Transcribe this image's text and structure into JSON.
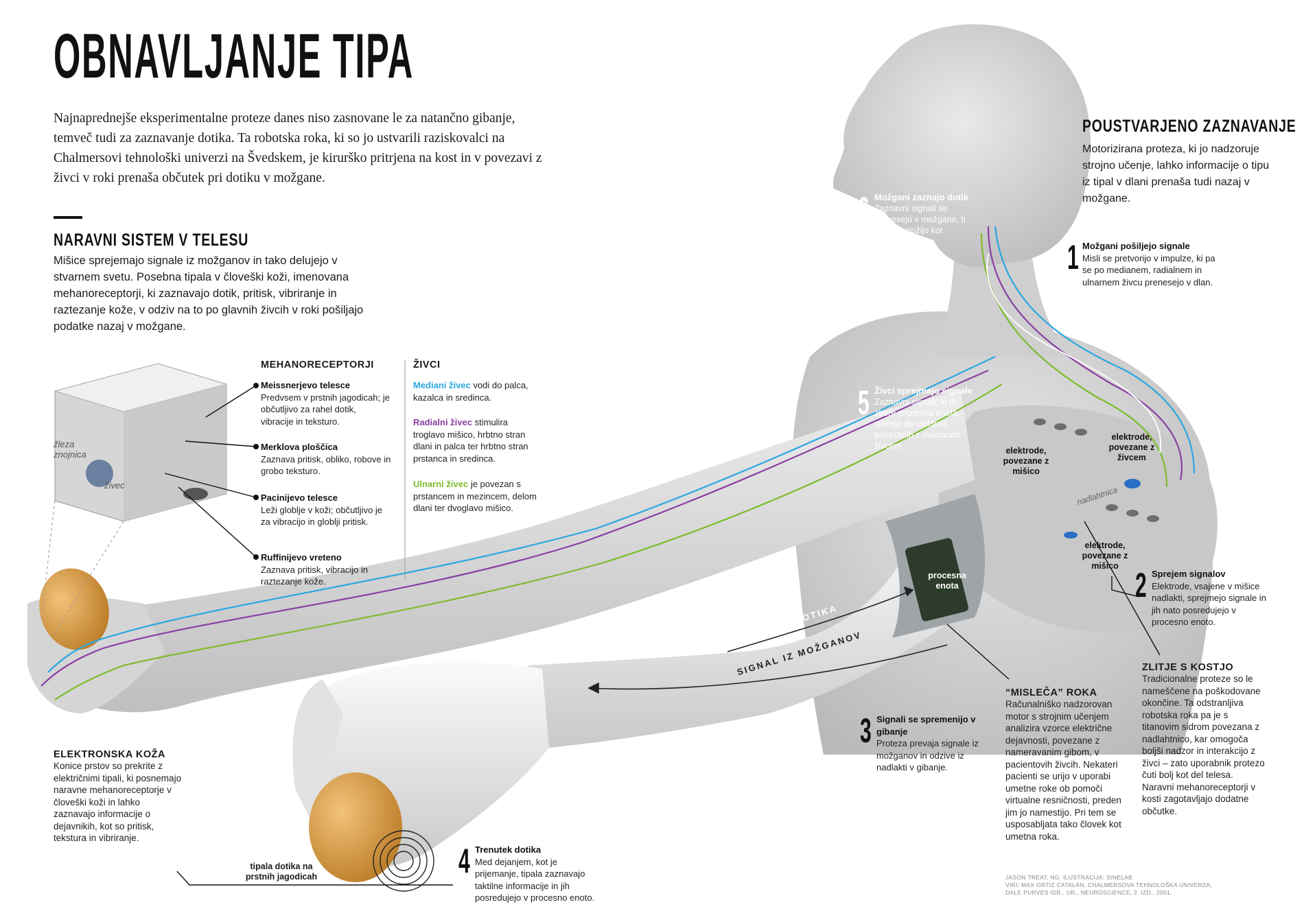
{
  "header": {
    "title": "OBNAVLJANJE TIPA",
    "intro": "Najnaprednejše eksperimentalne proteze danes niso zasnovane le za natančno gibanje, temveč tudi za zaznavanje dotika. Ta robotska roka, ki so jo ustvarili raziskovalci na Chalmersovi tehnološki univerzi na Švedskem, je kirurško pritrjena na kost in v povezavi z živci v roki prenaša občutek pri dotiku v možgane."
  },
  "natural_system": {
    "title": "NARAVNI SISTEM V TELESU",
    "body": "Mišice sprejemajo signale iz možganov in tako delujejo v stvarnem svetu. Posebna tipala v človeški koži, imenovana mehanoreceptorji, ki zaznavajo dotik, pritisk, vibriranje in raztezanje kože, v odziv na to po glavnih živcih v roki pošiljajo podatke nazaj v možgane."
  },
  "skin_block": {
    "label_gland": "žleza znojnica",
    "label_nerve": "živec"
  },
  "mechanoreceptors": {
    "title": "MEHANORECEPTORJI",
    "items": [
      {
        "name": "Meissnerjevo telesce",
        "text": "Predvsem v prstnih jagodicah; je občutljivo za rahel dotik, vibracije in teksturo."
      },
      {
        "name": "Merklova ploščica",
        "text": "Zaznava pritisk, obliko, robove in grobo teksturo."
      },
      {
        "name": "Pacinijevo telesce",
        "text": "Leži globlje v koži; občutljivo je za vibracijo in globlji pritisk."
      },
      {
        "name": "Ruffinijevo vreteno",
        "text": "Zaznava pritisk, vibracijo in raztezanje kože."
      }
    ]
  },
  "nerves": {
    "title": "ŽIVCI",
    "items": [
      {
        "name": "Mediani živec",
        "text": "vodi do palca, kazalca in sredinca.",
        "color": "#2aa7e0"
      },
      {
        "name": "Radialni živec",
        "text": "stimulira troglavo mišico, hrbtno stran dlani in palca ter hrbtno stran prstanca in sredinca.",
        "color": "#8b3fa3"
      },
      {
        "name": "Ulnarni živec",
        "text": "je povezan s prstancem in mezincem, delom dlani ter dvoglavo mišico.",
        "color": "#7dbb2c"
      }
    ]
  },
  "enhanced_sensing": {
    "title": "POUSTVARJENO ZAZNAVANJE",
    "body": "Motorizirana proteza, ki jo nadzoruje strojno učenje, lahko informacije o tipu iz tipal v dlani prenaša tudi nazaj v možgane."
  },
  "steps": [
    {
      "num": "1",
      "title": "Možgani pošiljejo signale",
      "text": "Misli se pretvorijo v impulze, ki pa se po medianem, radialnem in ulnarnem živcu prenesejo v dlan."
    },
    {
      "num": "2",
      "title": "Sprejem signalov",
      "text": "Elektrode, vsajene v mišice nadlakti, sprejmejo signale in jih nato posredujejo v procesno enoto."
    },
    {
      "num": "3",
      "title": "Signali se spremenijo v gibanje",
      "text": "Proteza prevaja signale iz možganov in odzive iz nadlakti v gibanje."
    },
    {
      "num": "4",
      "title": "Trenutek dotika",
      "text": "Med dejanjem, kot je prijemanje, tipala zaznavajo taktilne informacije in jih posredujejo v procesno enoto."
    },
    {
      "num": "5",
      "title": "Živci sprejmejo signale",
      "text": "Zaznavni signali, ki jih zbere procesna enota, stečejo do elektrod, povezanih z medianim živcem."
    },
    {
      "num": "6",
      "title": "Možgani zaznajo dotik",
      "text": "Zaznavni signali se prenesejo v možgane, ti pa jih razložijo kot občutek dotika."
    }
  ],
  "figure_labels": {
    "electrodes_muscle_1": "elektrode, povezane z mišico",
    "electrodes_nerve": "elektrode, povezane z živcem",
    "electrodes_muscle_2": "elektrode, povezane z mišico",
    "humerus": "nadlahtnica",
    "processing_unit": "procesna enota",
    "arrow_touch": "ZAZNAVA DOTIKA",
    "arrow_signal": "SIGNAL IZ MOŽGANOV",
    "fingertip_sensors": "tipala dotika na prstnih jagodicah"
  },
  "electronic_skin": {
    "title": "ELEKTRONSKA KOŽA",
    "body": "Konice prstov so prekrite z električnimi tipali, ki posnemajo naravne mehanoreceptorje v človeški koži in lahko zaznavajo informacije o dejavnikih, kot so pritisk, tekstura in vibriranje."
  },
  "thinking_arm": {
    "title": "“MISLEČA” ROKA",
    "body": "Računalniško nadzorovan motor s strojnim učenjem analizira vzorce električne dejavnosti, povezane z nameravanim gibom, v pacientovih živcih. Nekateri pacienti se urijo v uporabi umetne roke ob pomoči virtualne resničnosti, preden jim jo namestijo. Pri tem se usposabljata tako človek kot umetna roka."
  },
  "bone_fusion": {
    "title": "ZLITJE S KOSTJO",
    "body": "Tradicionalne proteze so le nameščene na poškodovane okončine. Ta odstranljiva robotska roka pa je s titanovim sidrom povezana z nadlahtnico, kar omogoča boljši nadzor in interakcijo z živci – zato uporabnik protezo čuti bolj kot del telesa. Naravni mehanoreceptorji v kosti zagotavljajo dodatne občutke."
  },
  "credits": {
    "line1": "JASON TREAT, NG. ILUSTRACIJA: SINELAB",
    "line2": "VIRI: MAX ORTIZ CATALÁN, CHALMERSOVA TEHNOLOŠKA UNIVERZA;",
    "line3": "DALE PURVES IDR., UR., NEUROSCIENCE, 2. IZD., 2001."
  },
  "colors": {
    "median": "#2aa7e0",
    "radial": "#8b3fa3",
    "ulnar": "#7dbb2c",
    "egg": "#d99a3c",
    "body": "#d7d7d7"
  }
}
